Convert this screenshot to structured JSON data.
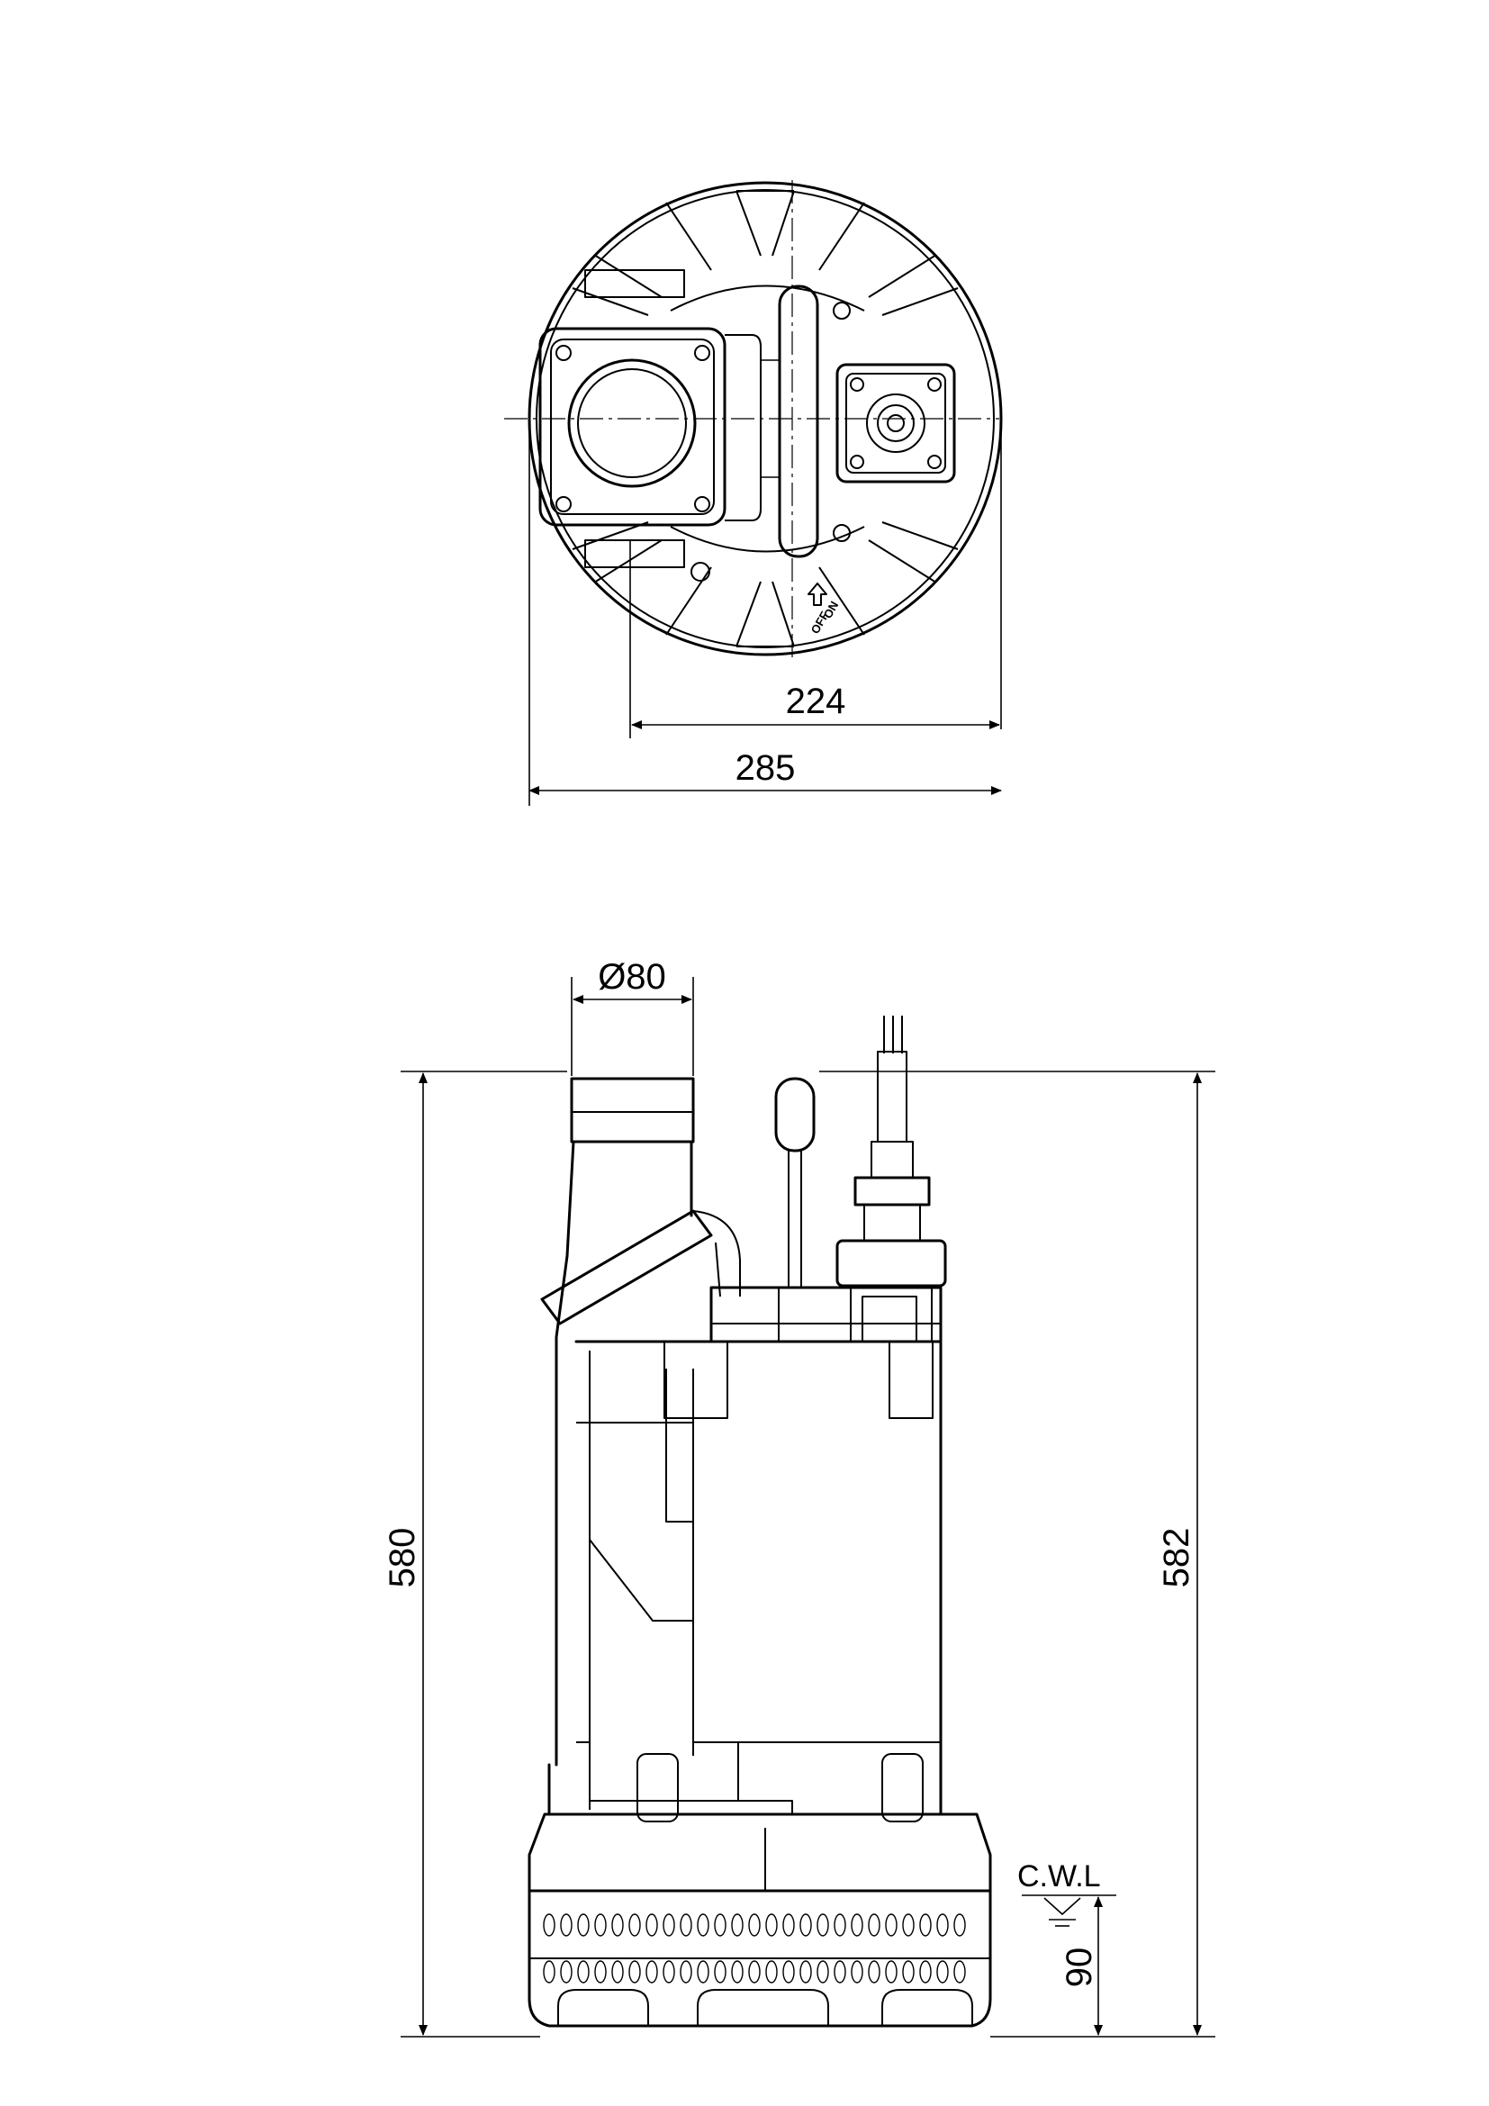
{
  "top_view": {
    "dim_inner": "224",
    "dim_outer": "285",
    "rotation_marks": [
      "ON",
      "OFF"
    ]
  },
  "side_view": {
    "outlet_diameter": "Ø80",
    "height_left": "580",
    "height_right": "582",
    "water_level_label": "C.W.L",
    "water_level_height": "90"
  }
}
